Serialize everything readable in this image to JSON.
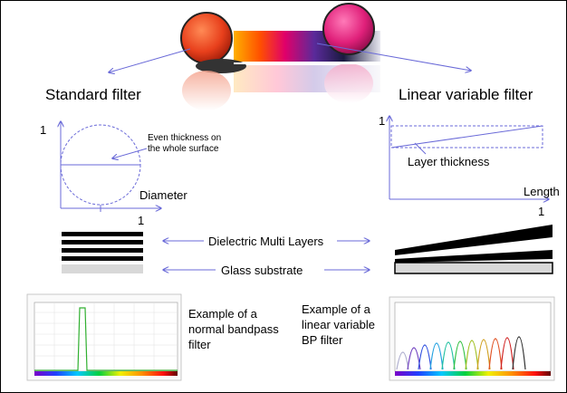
{
  "headings": {
    "standard": "Standard filter",
    "linear": "Linear variable filter"
  },
  "left_graph": {
    "y_one": "1",
    "x_one": "1",
    "x_label": "Diameter",
    "annotation_line1": "Even thickness on",
    "annotation_line2": "the whole surface"
  },
  "right_graph": {
    "y_one": "1",
    "x_one": "1",
    "x_label": "Length",
    "annotation": "Layer thickness"
  },
  "layers": {
    "dielectric": "Dielectric Multi Layers",
    "glass": "Glass substrate"
  },
  "examples": {
    "normal": "Example of a normal bandpass filter",
    "linear": "Example of a linear variable BP filter"
  },
  "colors": {
    "axis": "#6a6ad8",
    "arrow": "#6a6ad8",
    "red_filter": "#e8401c",
    "pink_filter": "#e0207a",
    "layer": "#000000",
    "glass": "#d8d8d8"
  }
}
